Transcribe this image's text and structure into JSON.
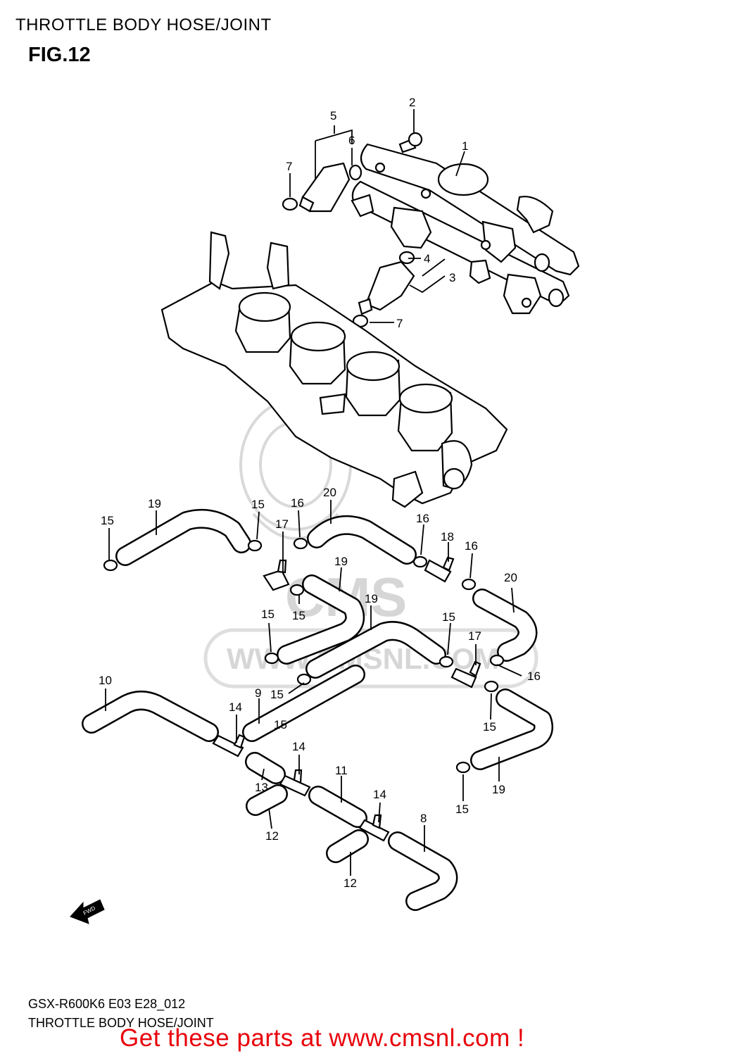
{
  "header": {
    "title": "THROTTLE BODY HOSE/JOINT",
    "fig_label": "FIG.12"
  },
  "footer": {
    "model_code": "GSX-R600K6 E03 E28_012",
    "caption": "THROTTLE BODY HOSE/JOINT",
    "cta": "Get these parts at www.cmsnl.com !"
  },
  "watermark": {
    "line1": "CMS",
    "line2": "WWW.CMSNL.COM",
    "color": "#d9d9d9"
  },
  "fwd_badge": "FWD",
  "accent_color": "#e8000b",
  "callouts": [
    {
      "id": "c1",
      "text": "1"
    },
    {
      "id": "c2",
      "text": "2"
    },
    {
      "id": "c3",
      "text": "3"
    },
    {
      "id": "c4",
      "text": "4"
    },
    {
      "id": "c5",
      "text": "5"
    },
    {
      "id": "c6",
      "text": "6"
    },
    {
      "id": "c7a",
      "text": "7"
    },
    {
      "id": "c7b",
      "text": "7"
    },
    {
      "id": "c8",
      "text": "8"
    },
    {
      "id": "c9",
      "text": "9"
    },
    {
      "id": "c10",
      "text": "10"
    },
    {
      "id": "c11",
      "text": "11"
    },
    {
      "id": "c12a",
      "text": "12"
    },
    {
      "id": "c12b",
      "text": "12"
    },
    {
      "id": "c13",
      "text": "13"
    },
    {
      "id": "c14a",
      "text": "14"
    },
    {
      "id": "c14b",
      "text": "14"
    },
    {
      "id": "c14c",
      "text": "14"
    },
    {
      "id": "c15a",
      "text": "15"
    },
    {
      "id": "c15b",
      "text": "15"
    },
    {
      "id": "c15c",
      "text": "15"
    },
    {
      "id": "c15d",
      "text": "15"
    },
    {
      "id": "c15e",
      "text": "15"
    },
    {
      "id": "c15f",
      "text": "15"
    },
    {
      "id": "c15g",
      "text": "15"
    },
    {
      "id": "c15h",
      "text": "15"
    },
    {
      "id": "c15i",
      "text": "15"
    },
    {
      "id": "c16a",
      "text": "16"
    },
    {
      "id": "c16b",
      "text": "16"
    },
    {
      "id": "c16c",
      "text": "16"
    },
    {
      "id": "c16d",
      "text": "16"
    },
    {
      "id": "c17a",
      "text": "17"
    },
    {
      "id": "c17b",
      "text": "17"
    },
    {
      "id": "c18",
      "text": "18"
    },
    {
      "id": "c19a",
      "text": "19"
    },
    {
      "id": "c19b",
      "text": "19"
    },
    {
      "id": "c19c",
      "text": "19"
    },
    {
      "id": "c19d",
      "text": "19"
    },
    {
      "id": "c20a",
      "text": "20"
    },
    {
      "id": "c20b",
      "text": "20"
    }
  ]
}
